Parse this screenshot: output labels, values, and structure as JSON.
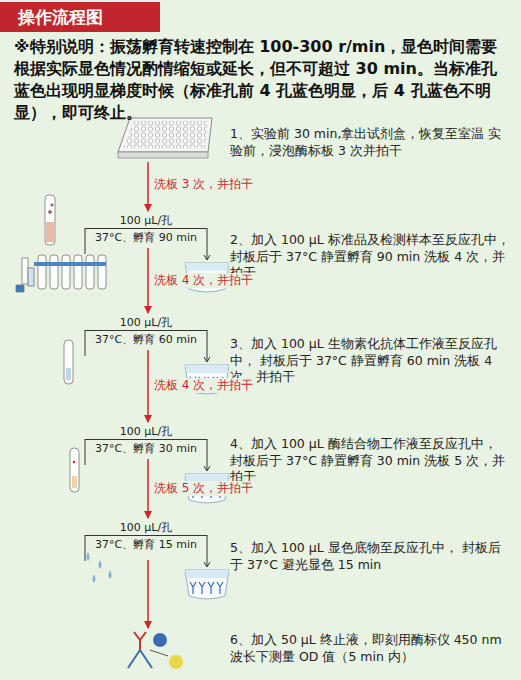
{
  "diagram": {
    "title": "操作流程图",
    "nodes": [
      {
        "text": [
          "100 μL/孔",
          "37°C、孵育 90 min"
        ]
      },
      {
        "text": [
          "100 μL/孔",
          "37°C、孵育 60 min"
        ]
      },
      {
        "text": [
          "100 μL/孔",
          "37°C、孵育 30 min"
        ]
      },
      {
        "text": [
          "100 μL/孔",
          "37°C、孵育 15 min"
        ]
      }
    ],
    "edges": [
      {
        "from": 0,
        "to": 1,
        "arrow": "to",
        "label": "洗板 4 次，并拍干"
      },
      {
        "from": 1,
        "to": 2,
        "arrow": "to",
        "label": "洗板 4 次，并拍干"
      },
      {
        "from": 2,
        "to": 3,
        "arrow": "to",
        "label": "洗板 5 次，并拍干"
      }
    ],
    "labels": [
      "※特别说明：振荡孵育转速控制在 100-300 r/min，显色时间需要根据实际显色情况酌情缩短或延长，但不可超过 30 min。当标准孔蓝色出现明显梯度时候（标准孔前 4 孔蓝色明显，后 4 孔蓝色不明显），即可终止。",
      "1、实验前 30 min,拿出试剂盒，恢复至室温 实验前，浸泡酶标板 3 次并拍干",
      "洗板 3 次，并拍干",
      "2、加入 100 μL 标准品及检测样本至反应孔中， 封板后于 37°C 静置孵育 90 min 洗板 4 次，并拍干",
      "3、加入 100 μL 生物素化抗体工作液至反应孔中， 封板后于 37°C 静置孵育 60 min 洗板 4 次，并拍干",
      "4、加入 100 μL 酶结合物工作液至反应孔中， 封板后于 37°C 静置孵育 30 min 洗板 5 次，并拍干",
      "5、加入 100 μL 显色底物至反应孔中， 封板后于 37°C 避光显色 15 min",
      "6、加入 50 μL 终止液，即刻用酶标仪 450 nm 波长下测量 OD 值（5 min 内）"
    ]
  }
}
